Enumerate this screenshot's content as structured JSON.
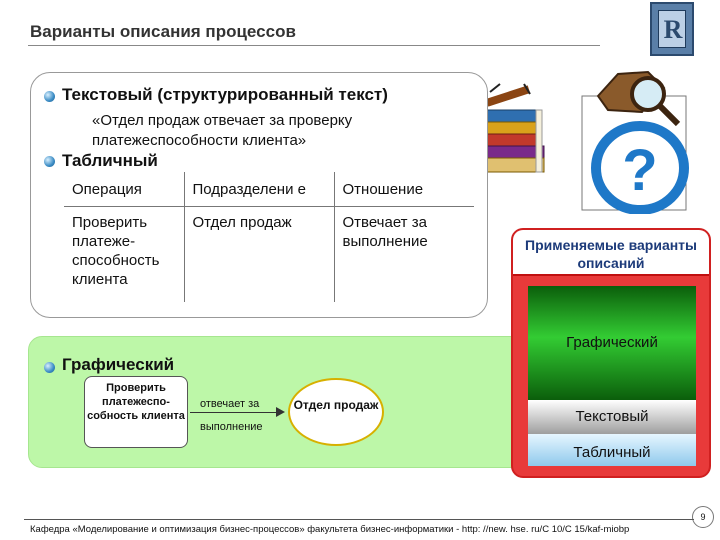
{
  "slide": {
    "title": "Варианты описания процессов",
    "page_number": "9",
    "footer": "Кафедра «Моделирование и оптимизация бизнес-процессов» факультета бизнес-информатики - http: //new. hse. ru/C 10/C 15/kaf-miobp"
  },
  "logo": {
    "letter": "R"
  },
  "text_variant": {
    "heading": "Текстовый (структурированный текст)",
    "line1": "«Отдел продаж отвечает за проверку",
    "line2": "платежеспособности клиента»"
  },
  "table_variant": {
    "heading": "Табличный",
    "columns": [
      "Операция",
      "Подразделени е",
      "Отношение"
    ],
    "row": [
      "Проверить платеже-способность клиента",
      "Отдел продаж",
      "Отвечает за выполнение"
    ]
  },
  "graphic_variant": {
    "heading": "Графический",
    "process_box": "Проверить платежеспо-собность клиента",
    "arrow_top": "отвечает за",
    "arrow_bottom": "выполнение",
    "unit_ellipse": "Отдел продаж"
  },
  "summary_card": {
    "header": "Применяемые варианты описаний",
    "levels": [
      "Графический",
      "Текстовый",
      "Табличный"
    ]
  },
  "colors": {
    "title_text": "#333333",
    "card_border": "#d02020",
    "card_header_text": "#1d3b7a",
    "green_panel": "#bdf7a8",
    "ellipse_border": "#d7b000"
  },
  "icons": [
    "university-logo",
    "books-clipart",
    "magnifier-question-clipart",
    "bullet-icon"
  ]
}
